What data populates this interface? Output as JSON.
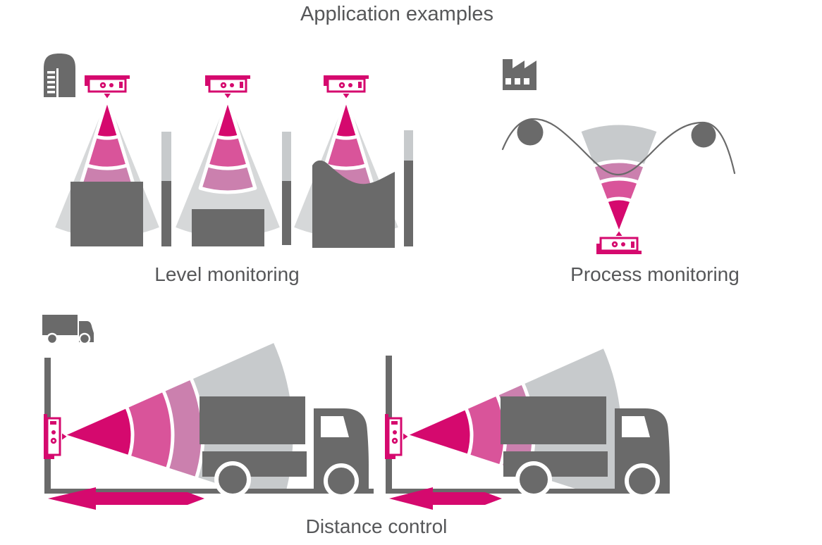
{
  "title": "Application examples",
  "sections": {
    "level_monitoring": {
      "label": "Level monitoring",
      "icon": "silo-icon",
      "tanks": [
        {
          "name": "tank-full",
          "fill_level": "high",
          "indicator_dark_from_pct": 43
        },
        {
          "name": "tank-low",
          "fill_level": "low",
          "indicator_dark_from_pct": 43
        },
        {
          "name": "tank-bulk",
          "fill_level": "high-uneven-surface",
          "indicator_dark_from_pct": 26
        }
      ]
    },
    "process_monitoring": {
      "label": "Process monitoring",
      "icon": "factory-icon",
      "elements": [
        "roller-left",
        "web-line",
        "roller-right",
        "upward-sensor-beam"
      ]
    },
    "distance_control": {
      "label": "Distance control",
      "icon": "truck-icon",
      "scenes": [
        {
          "name": "truck-far",
          "beam_reach": "long"
        },
        {
          "name": "truck-near",
          "beam_reach": "short"
        }
      ]
    }
  },
  "colors": {
    "magenta": "#d5096e",
    "pink_medium": "#d9549a",
    "pink_light": "#cb80ae",
    "beam_gray": "#c7cacc",
    "fan_gray": "#d6d8d9",
    "dark_gray": "#6a6a6a",
    "text_gray": "#565759"
  }
}
